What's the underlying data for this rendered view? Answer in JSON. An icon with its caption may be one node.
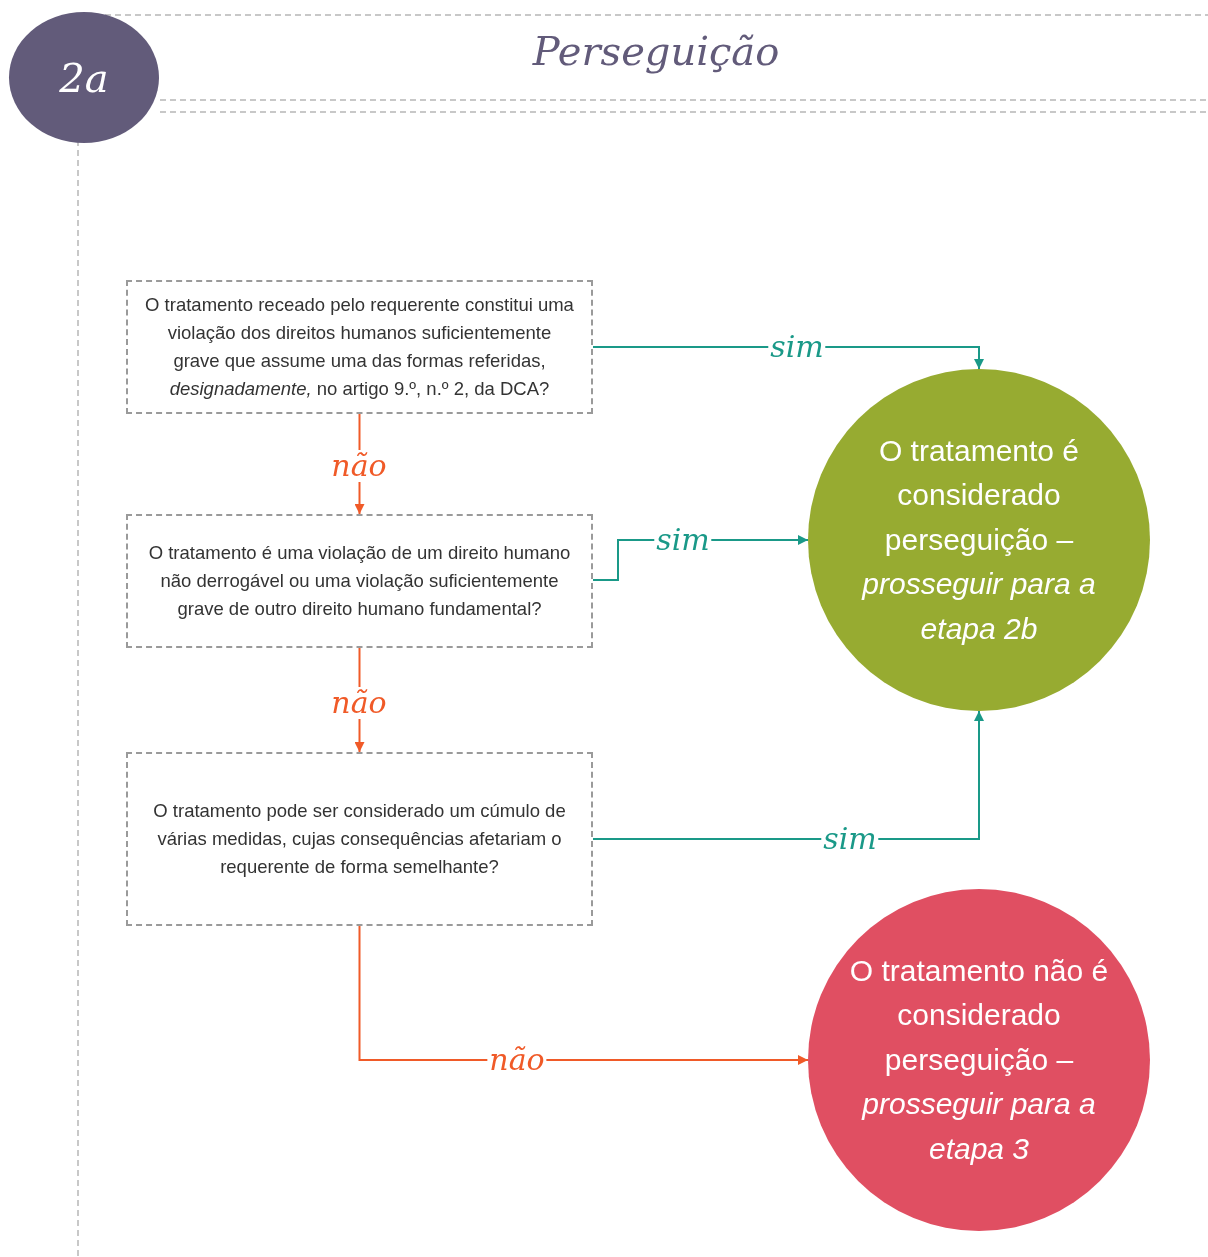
{
  "diagram": {
    "title": "Perseguição",
    "nodes": [
      {
        "text": [
          "2a"
        ]
      },
      {
        "text": [
          "O tratamento receado pelo requerente constitui uma violação dos direitos humanos suficientemente grave que assume uma das formas referidas, *designadamente,* no artigo 9.º, n.º 2, da DCA?"
        ]
      },
      {
        "text": [
          "O tratamento é uma violação de um direito humano não derrogável ou uma violação suficientemente grave de outro direito humano fundamental?"
        ]
      },
      {
        "text": [
          "O tratamento pode ser considerado um cúmulo de várias medidas, cujas consequências afetariam o requerente de forma semelhante?"
        ]
      },
      {
        "text": [
          "O tratamento é considerado perseguição – *prosseguir para a etapa 2b*"
        ]
      },
      {
        "text": [
          "O tratamento não é considerado perseguição – *prosseguir para a etapa 3*"
        ]
      }
    ],
    "edges": [
      {
        "from": 1,
        "to": 4,
        "arrow": "to",
        "label": "sim",
        "color": "#1a9988"
      },
      {
        "from": 1,
        "to": 2,
        "arrow": "to",
        "label": "não",
        "color": "#f05a28"
      },
      {
        "from": 2,
        "to": 4,
        "arrow": "to",
        "label": "sim",
        "color": "#1a9988"
      },
      {
        "from": 2,
        "to": 3,
        "arrow": "to",
        "label": "não",
        "color": "#f05a28"
      },
      {
        "from": 3,
        "to": 4,
        "arrow": "to",
        "label": "sim",
        "color": "#1a9988"
      },
      {
        "from": 3,
        "to": 5,
        "arrow": "to",
        "label": "não",
        "color": "#f05a28"
      }
    ]
  }
}
